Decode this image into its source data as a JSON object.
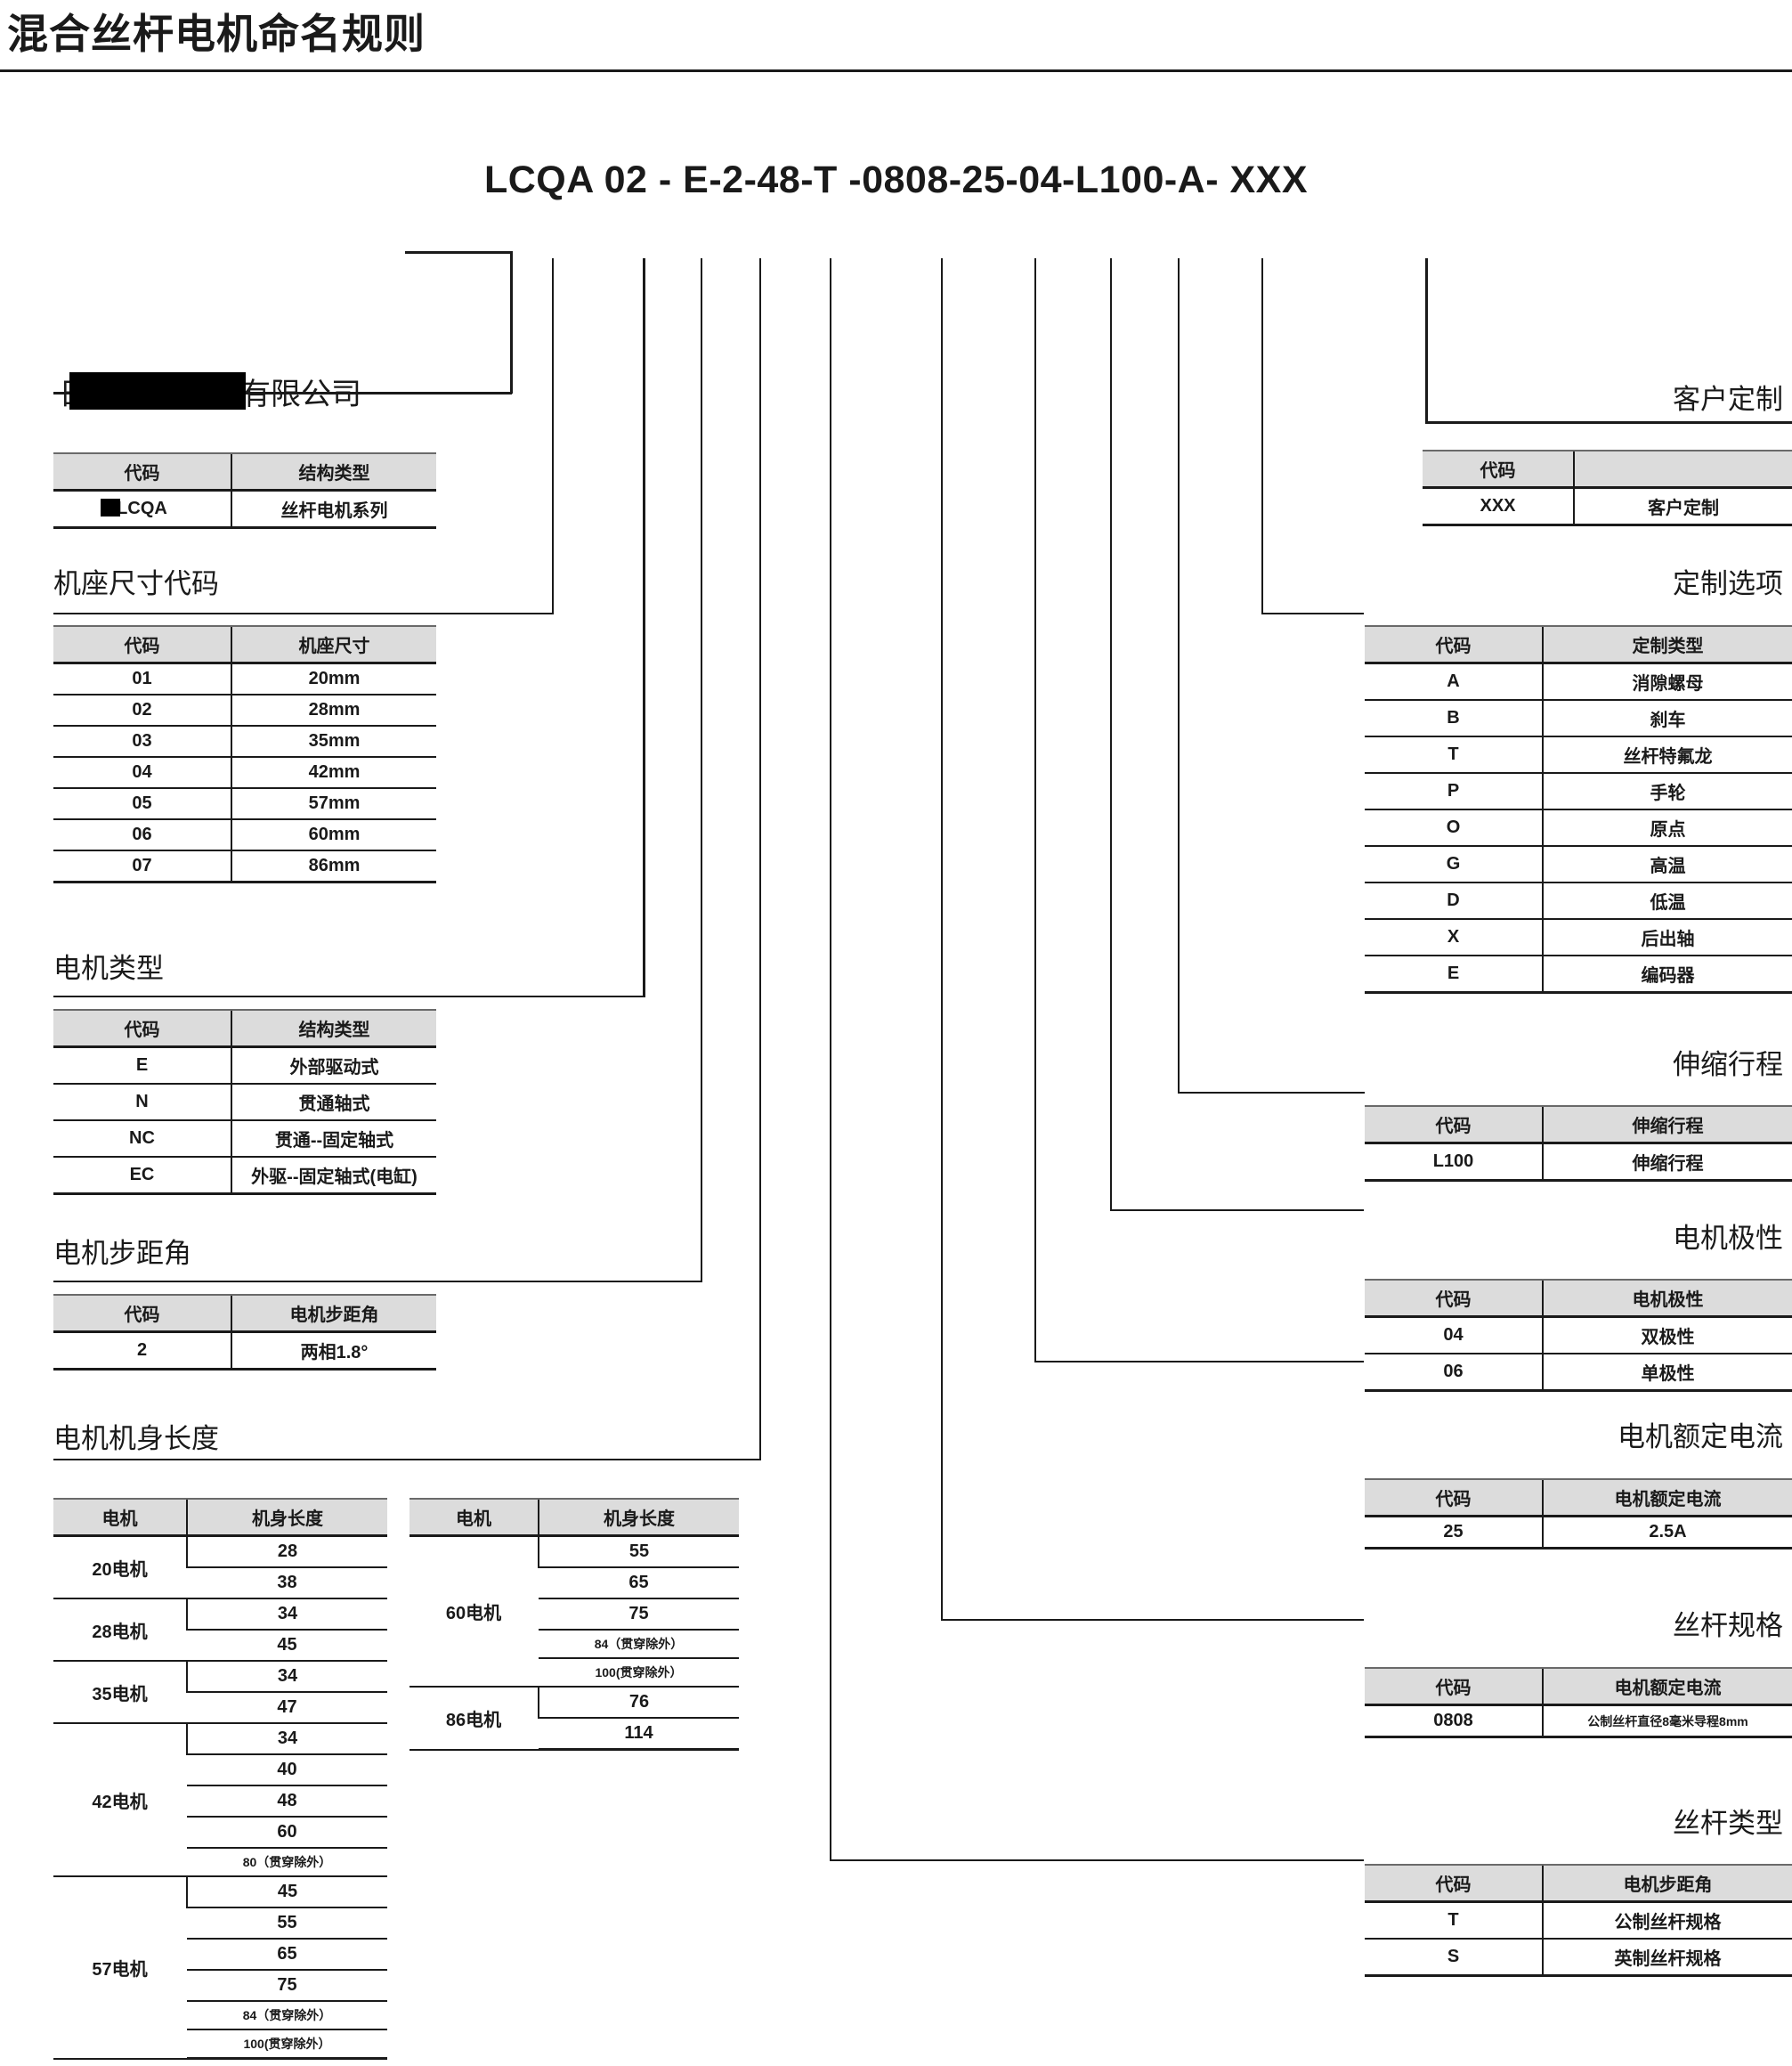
{
  "page": {
    "title": "混合丝杆电机命名规则",
    "part_number": "LCQA 02 - E-2-48-T -0808-25-04-L100-A- XXX"
  },
  "headers": {
    "code": "代码",
    "structure_type": "结构类型",
    "frame_size": "机座尺寸",
    "step_angle": "电机步距角",
    "motor": "电机",
    "body_length": "机身长度",
    "custom_type": "定制类型",
    "blank": "",
    "stroke": "伸缩行程",
    "polarity": "电机极性",
    "rated_current": "电机额定电流"
  },
  "sections": {
    "series_title": "日本电产伺服有限公司",
    "frame_size_code": "机座尺寸代码",
    "motor_type": "电机类型",
    "motor_step_angle": "电机步距角",
    "motor_body_length": "电机机身长度",
    "customer_custom": "客户定制",
    "custom_option": "定制选项",
    "telescopic_stroke": "伸缩行程",
    "motor_polarity": "电机极性",
    "motor_rated_current": "电机额定电流",
    "screw_spec": "丝杆规格",
    "screw_type": "丝杆类型"
  },
  "tables": {
    "series": {
      "headers": [
        "代码",
        "结构类型"
      ],
      "rows": [
        [
          "LCQA",
          "丝杆电机系列"
        ]
      ]
    },
    "frame_size": {
      "headers": [
        "代码",
        "机座尺寸"
      ],
      "rows": [
        [
          "01",
          "20mm"
        ],
        [
          "02",
          "28mm"
        ],
        [
          "03",
          "35mm"
        ],
        [
          "04",
          "42mm"
        ],
        [
          "05",
          "57mm"
        ],
        [
          "06",
          "60mm"
        ],
        [
          "07",
          "86mm"
        ]
      ]
    },
    "motor_type": {
      "headers": [
        "代码",
        "结构类型"
      ],
      "rows": [
        [
          "E",
          "外部驱动式"
        ],
        [
          "N",
          "贯通轴式"
        ],
        [
          "NC",
          "贯通--固定轴式"
        ],
        [
          "EC",
          "外驱--固定轴式(电缸)"
        ]
      ]
    },
    "step_angle": {
      "headers": [
        "代码",
        "电机步距角"
      ],
      "rows": [
        [
          "2",
          "两相1.8°"
        ]
      ]
    },
    "body_length_left": {
      "headers": [
        "电机",
        "机身长度"
      ],
      "groups": [
        {
          "motor": "20电机",
          "lengths": [
            "28",
            "38"
          ]
        },
        {
          "motor": "28电机",
          "lengths": [
            "34",
            "45"
          ]
        },
        {
          "motor": "35电机",
          "lengths": [
            "34",
            "47"
          ]
        },
        {
          "motor": "42电机",
          "lengths": [
            "34",
            "40",
            "48",
            "60",
            "80（贯穿除外）"
          ]
        },
        {
          "motor": "57电机",
          "lengths": [
            "45",
            "55",
            "65",
            "75",
            "84（贯穿除外）",
            "100(贯穿除外）"
          ]
        }
      ]
    },
    "body_length_right": {
      "headers": [
        "电机",
        "机身长度"
      ],
      "groups": [
        {
          "motor": "60电机",
          "lengths": [
            "55",
            "65",
            "75",
            "84（贯穿除外）",
            "100(贯穿除外）"
          ]
        },
        {
          "motor": "86电机",
          "lengths": [
            "76",
            "114"
          ]
        }
      ]
    },
    "customer_custom": {
      "headers": [
        "代码",
        ""
      ],
      "rows": [
        [
          "XXX",
          "客户定制"
        ]
      ]
    },
    "custom_option": {
      "headers": [
        "代码",
        "定制类型"
      ],
      "rows": [
        [
          "A",
          "消隙螺母"
        ],
        [
          "B",
          "刹车"
        ],
        [
          "T",
          "丝杆特氟龙"
        ],
        [
          "P",
          "手轮"
        ],
        [
          "O",
          "原点"
        ],
        [
          "G",
          "高温"
        ],
        [
          "D",
          "低温"
        ],
        [
          "X",
          "后出轴"
        ],
        [
          "E",
          "编码器"
        ]
      ]
    },
    "telescopic_stroke": {
      "headers": [
        "代码",
        "伸缩行程"
      ],
      "rows": [
        [
          "L100",
          "伸缩行程"
        ]
      ]
    },
    "motor_polarity": {
      "headers": [
        "代码",
        "电机极性"
      ],
      "rows": [
        [
          "04",
          "双极性"
        ],
        [
          "06",
          "单极性"
        ]
      ]
    },
    "rated_current": {
      "headers": [
        "代码",
        "电机额定电流"
      ],
      "rows": [
        [
          "25",
          "2.5A"
        ]
      ]
    },
    "screw_spec": {
      "headers": [
        "代码",
        "电机额定电流"
      ],
      "rows": [
        [
          "0808",
          "公制丝杆直径8毫米导程8mm"
        ]
      ]
    },
    "screw_type": {
      "headers": [
        "代码",
        "电机步距角"
      ],
      "rows": [
        [
          "T",
          "公制丝杆规格"
        ],
        [
          "S",
          "英制丝杆规格"
        ]
      ]
    }
  },
  "colors": {
    "ink": "#1a1a1a",
    "header_fill": "#dcdcdc",
    "page_bg": "#ffffff"
  }
}
